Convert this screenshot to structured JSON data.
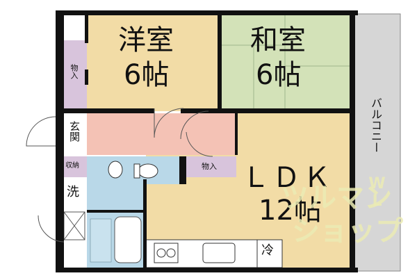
{
  "plan": {
    "rooms": {
      "western_room_name": "洋室",
      "western_room_size": "6帖",
      "japanese_room_name": "和室",
      "japanese_room_size": "6帖",
      "ldk_name": "ＬＤＫ",
      "ldk_size": "12帖"
    },
    "labels": {
      "storage_left": "物入",
      "storage_center": "物入",
      "entrance": "玄関",
      "closet": "収納",
      "washroom": "洗",
      "refrigerator": "冷",
      "balcony": "バルコニー"
    },
    "watermark": {
      "line1": "ツルマン",
      "line2": "ショップ",
      "letters": "WL"
    },
    "colors": {
      "western": "#f2dca6",
      "japanese": "#d3e2b8",
      "ldk": "#f2dca6",
      "hall": "#f4c2b5",
      "wet": "#b9d8e8",
      "storage": "#d8c4dc",
      "balcony": "#d6d6d6",
      "wall": "#111111"
    }
  }
}
